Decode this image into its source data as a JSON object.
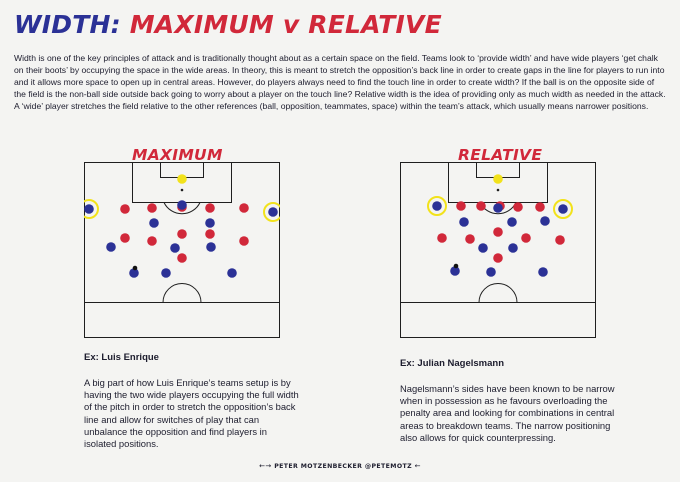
{
  "header": {
    "title_part1": "WIDTH:",
    "title_part2": "MAXIMUM v RELATIVE"
  },
  "intro": "Width is one of the key principles of attack and is traditionally thought about as a certain space on the field. Teams look to ‘provide width’ and have wide players ‘get chalk on their boots’ by occupying the space in the wide areas. In theory, this is meant to stretch the opposition’s back line in order to create gaps in the line for players to run into and it allows more space to open up in central areas. However, do players always need to find the touch line in order to create width? If the ball is on the opposite side of the field is the non-ball side outside back going to worry about a player on the touch line? Relative width is the idea of providing only as much width as needed in the attack. A ‘wide’ player stretches the field relative to the other references (ball, opposition, teammates, space) within the team’s attack, which usually means narrower positions.",
  "left": {
    "heading": "MAXIMUM",
    "example_title": "Ex: Luis Enrique",
    "example_text": "A big part of how Luis Enrique’s teams setup is by having the two wide players occupying the full width of the pitch in order to stretch the opposition’s back line and allow for switches of play that can unbalance the opposition and find players in isolated positions."
  },
  "right": {
    "heading": "RELATIVE",
    "example_title": "Ex: Julian Nagelsmann",
    "example_text": "Nagelsmann’s sides have been known to be narrow when in possession as he favours overloading the penalty area and looking for combinations in central areas to breakdown teams. The narrow positioning also allows for quick counterpressing."
  },
  "footer": {
    "arrow_left": "←→",
    "credit": "PETER MOTZENBECKER @PETEMOTZ",
    "arrow_right": "←"
  },
  "colors": {
    "blue": "#2b3196",
    "red": "#d1283a",
    "keeper": "#f2e21b",
    "highlight": "#f2e21b",
    "ball": "#111111"
  }
}
